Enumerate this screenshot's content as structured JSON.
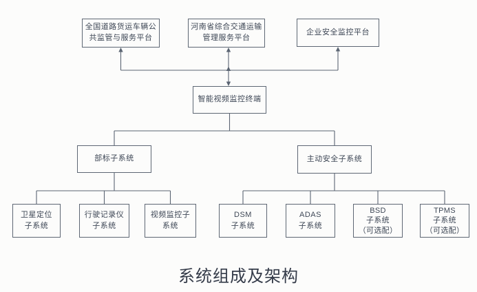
{
  "diagram": {
    "caption": "系统组成及架构",
    "colors": {
      "line": "#5a6472",
      "box_border": "#5d6673",
      "box_text": "#3e4756",
      "caption_text": "#343b49",
      "background": "#fcfcfb"
    },
    "nodes": {
      "national": {
        "label": "全国道路货运车辆公\n共监管与服务平台"
      },
      "henan": {
        "label": "河南省综合交通运输\n管理服务平台"
      },
      "enterprise": {
        "label": "企业安全监控平台"
      },
      "terminal": {
        "label": "智能视频监控终端"
      },
      "bubiao": {
        "label": "部标子系统"
      },
      "active_safety": {
        "label": "主动安全子系统"
      },
      "satellite": {
        "label": "卫星定位\n子系统"
      },
      "recorder": {
        "label": "行驶记录仪\n子系统"
      },
      "video": {
        "label": "视频监控子\n系统"
      },
      "dsm": {
        "label": "DSM\n子系统"
      },
      "adas": {
        "label": "ADAS\n子系统"
      },
      "bsd": {
        "label": "BSD\n子系统\n（可选配）"
      },
      "tpms": {
        "label": "TPMS\n子系统\n（可选配）"
      }
    }
  }
}
